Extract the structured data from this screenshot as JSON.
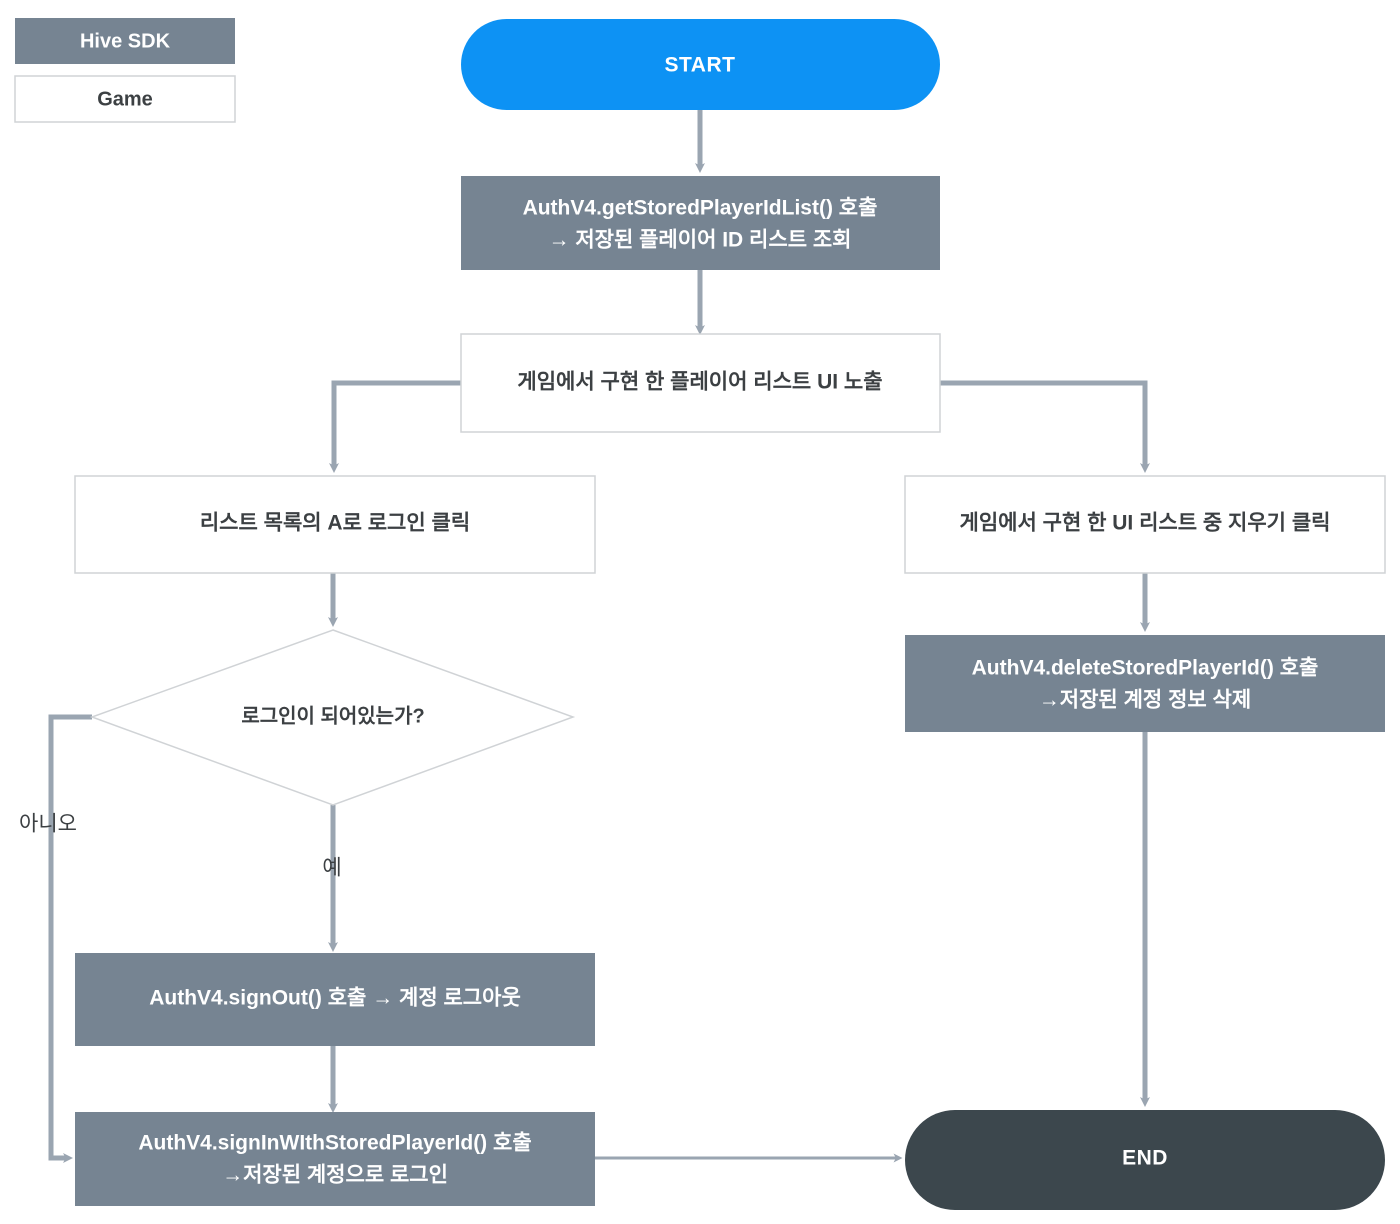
{
  "legend": {
    "sdk": {
      "label": "Hive SDK",
      "fill": "#768492",
      "text_color": "#ffffff"
    },
    "game": {
      "label": "Game",
      "fill": "#ffffff",
      "text_color": "#3c4043",
      "border": "#d0d3d6"
    }
  },
  "colors": {
    "start_fill": "#0d92f4",
    "end_fill": "#3c474d",
    "sdk_fill": "#768492",
    "game_fill": "#ffffff",
    "game_border": "#d0d3d6",
    "decision_border": "#d0d3d6",
    "connector": "#9aa5b1",
    "text_dark": "#3c4043",
    "text_light": "#ffffff"
  },
  "nodes": {
    "start": {
      "label": "START",
      "type": "terminal"
    },
    "get_stored_list": {
      "line1": "AuthV4.getStoredPlayerIdList() 호출",
      "line2": "→ 저장된 플레이어 ID 리스트 조회",
      "type": "sdk-process"
    },
    "show_player_list_ui": {
      "line1": "게임에서 구현 한 플레이어 리스트 UI 노출",
      "type": "game-process"
    },
    "click_login_a": {
      "line1": "리스트 목록의 A로 로그인 클릭",
      "type": "game-process"
    },
    "click_delete": {
      "line1": "게임에서 구현 한 UI 리스트 중 지우기 클릭",
      "type": "game-process"
    },
    "delete_stored_id": {
      "line1": "AuthV4.deleteStoredPlayerId() 호출",
      "line2": "→저장된 계정 정보 삭제",
      "type": "sdk-process"
    },
    "is_logged_in": {
      "label": "로그인이 되어있는가?",
      "type": "decision"
    },
    "sign_out": {
      "line1": "AuthV4.signOut() 호출 → 계정 로그아웃",
      "type": "sdk-process"
    },
    "sign_in_stored": {
      "line1": "AuthV4.signInWIthStoredPlayerId() 호출",
      "line2": "→저장된 계정으로 로그인",
      "type": "sdk-process"
    },
    "end": {
      "label": "END",
      "type": "terminal"
    }
  },
  "edge_labels": {
    "no": "아니오",
    "yes": "예"
  }
}
